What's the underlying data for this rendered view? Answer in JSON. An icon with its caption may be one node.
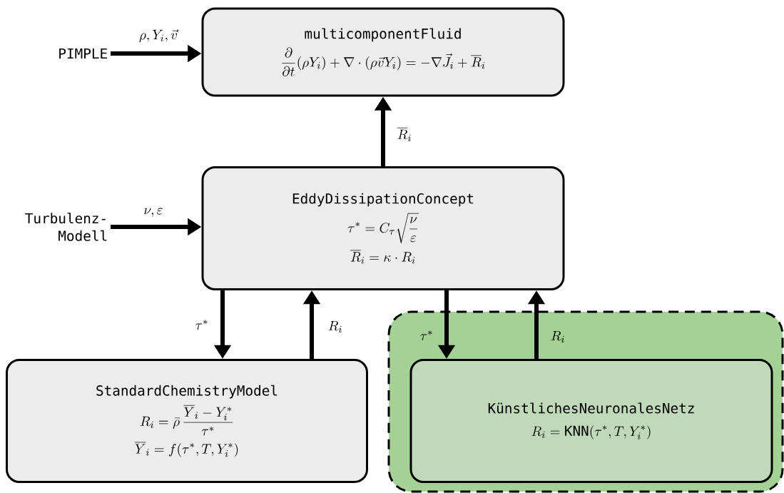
{
  "diagram": {
    "nodes": [
      {
        "text": [
          "multicomponentFluid",
          "\\frac{\\partial}{\\partial t}(\\rho Y_i) + \\nabla\\cdot(\\rho\\vec{v}Y_i) = -\\nabla\\vec{J_i} + \\overline{R}_i"
        ]
      },
      {
        "text": [
          "PIMPLE"
        ]
      },
      {
        "text": [
          "EddyDissipationConcept",
          "\\tau^* = C_\\tau\\sqrt{\\frac{\\nu}{\\varepsilon}}",
          "\\overline{R}_i = \\kappa\\cdot R_i"
        ]
      },
      {
        "text": [
          "Turbulenz-Modell"
        ]
      },
      {
        "text": [
          "StandardChemistryModel",
          "R_i = \\bar{\\rho}\\,\\frac{\\overline{Y}_i - Y_i^*}{\\tau^*}",
          "\\overline{Y}_i = f(\\tau^*, T, Y_i^*)"
        ]
      },
      {
        "text": [],
        "shape": "box"
      },
      {
        "text": [
          "KünstlichesNeuronalesNetz",
          "R_i = \\mathrm{KNN}(\\tau^*, T, Y_i^*)"
        ],
        "in": 5
      }
    ],
    "edges": [
      {
        "from": 1,
        "to": 0,
        "arrow": "to",
        "label": "\\rho, Y_i, \\vec{v}"
      },
      {
        "from": 2,
        "to": 0,
        "arrow": "to",
        "label": "\\overline{R}_i"
      },
      {
        "from": 3,
        "to": 2,
        "arrow": "to",
        "label": "\\nu, \\varepsilon"
      },
      {
        "from": 2,
        "to": 4,
        "arrow": "to",
        "label": "\\tau^*"
      },
      {
        "from": 4,
        "to": 2,
        "arrow": "to",
        "label": "R_i"
      },
      {
        "from": 2,
        "to": 6,
        "arrow": "to",
        "label": "\\tau^*"
      },
      {
        "from": 6,
        "to": 2,
        "arrow": "to",
        "label": "R_i"
      }
    ]
  }
}
